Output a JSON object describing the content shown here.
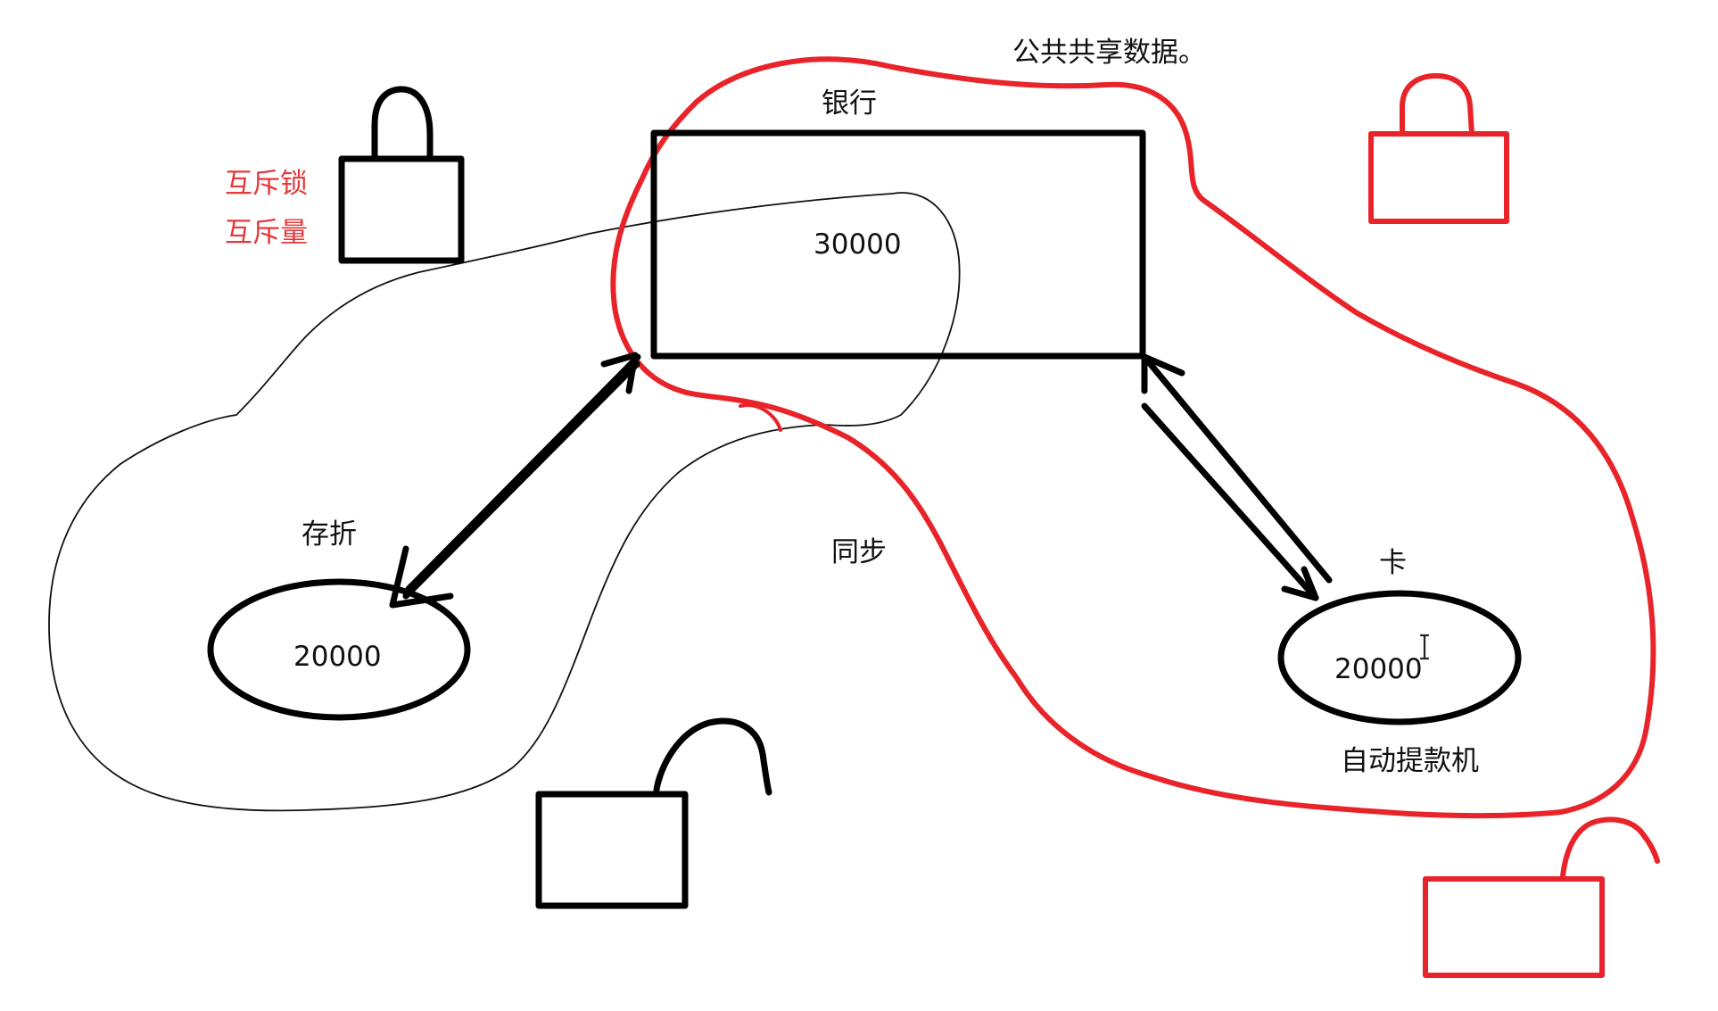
{
  "labels": {
    "shared_data": "公共共享数据。",
    "bank": "银行",
    "bank_amount": "30000",
    "mutex_lock": "互斥锁",
    "mutex": "互斥量",
    "passbook": "存折",
    "passbook_amount": "20000",
    "sync": "同步",
    "card": "卡",
    "card_amount": "20000",
    "atm": "自动提款机"
  },
  "colors": {
    "ink": "#000000",
    "red": "#e8242a",
    "red_text": "#e5393b"
  },
  "icons": [
    "padlock-closed-icon",
    "padlock-open-icon",
    "text-cursor-icon"
  ]
}
